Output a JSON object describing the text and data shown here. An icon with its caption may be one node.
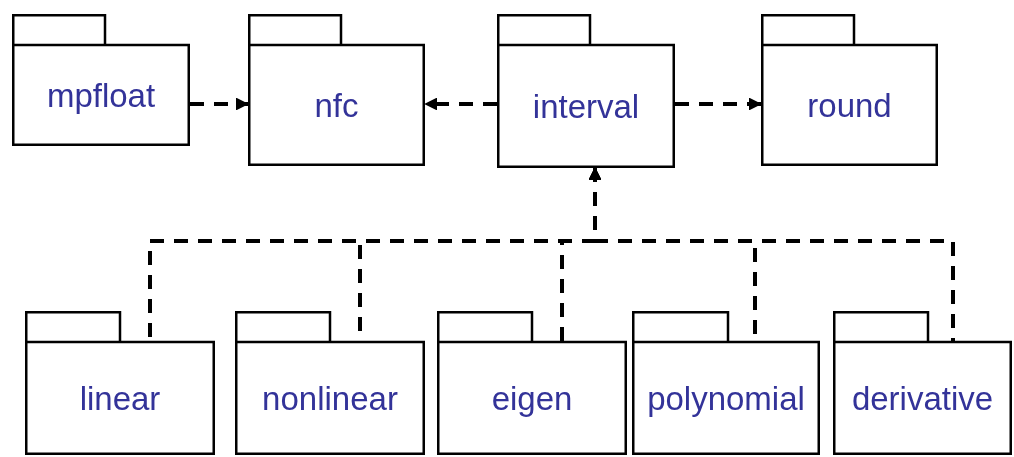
{
  "diagram": {
    "nodes": [
      {
        "text": [
          "mpfloat"
        ]
      },
      {
        "text": [
          "nfc"
        ]
      },
      {
        "text": [
          "interval"
        ]
      },
      {
        "text": [
          "round"
        ]
      },
      {
        "text": [
          "linear"
        ]
      },
      {
        "text": [
          "nonlinear"
        ]
      },
      {
        "text": [
          "eigen"
        ]
      },
      {
        "text": [
          "polynomial"
        ]
      },
      {
        "text": [
          "derivative"
        ]
      }
    ],
    "edges": [
      {
        "from": 0,
        "to": 1,
        "arrow": "to",
        "style": "dashed"
      },
      {
        "from": 2,
        "to": 1,
        "arrow": "to",
        "style": "dashed"
      },
      {
        "from": 2,
        "to": 3,
        "arrow": "to",
        "style": "dashed"
      },
      {
        "from": 4,
        "to": 2,
        "arrow": "to",
        "style": "dashed"
      },
      {
        "from": 5,
        "to": 2,
        "arrow": "to",
        "style": "dashed"
      },
      {
        "from": 6,
        "to": 2,
        "arrow": "to",
        "style": "dashed"
      },
      {
        "from": 7,
        "to": 2,
        "arrow": "to",
        "style": "dashed"
      },
      {
        "from": 8,
        "to": 2,
        "arrow": "to",
        "style": "dashed"
      }
    ]
  }
}
